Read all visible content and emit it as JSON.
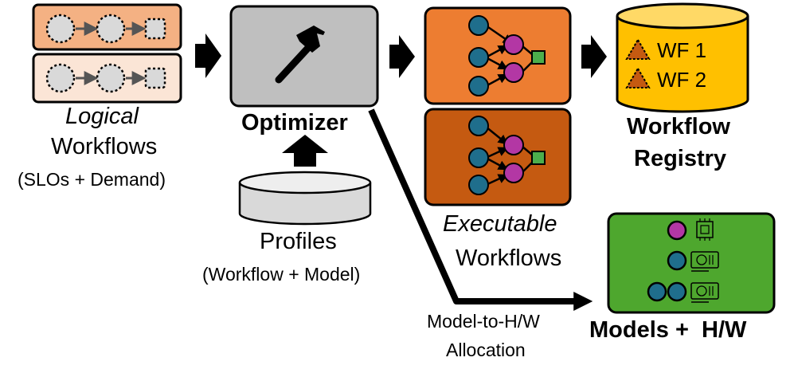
{
  "logical": {
    "title_italic": "Logical",
    "title": "Workflows",
    "subtitle": "(SLOs + Demand)"
  },
  "optimizer": {
    "label": "Optimizer"
  },
  "profiles": {
    "label": "Profiles",
    "subtitle": "(Workflow + Model)"
  },
  "executable": {
    "title_italic": "Executable",
    "title": "Workflows"
  },
  "registry": {
    "line1": "Workflow",
    "line2": "Registry",
    "items": [
      "WF 1",
      "WF 2"
    ]
  },
  "allocation": {
    "line1": "Model-to-H/W",
    "line2": "Allocation"
  },
  "models_hw": {
    "label": "Models +  H/W"
  },
  "colors": {
    "logical_top": "#f4b183",
    "logical_bottom": "#fbe5d6",
    "optimizer": "#bfbfbf",
    "exec_top": "#ed7d31",
    "exec_bottom": "#c55a11",
    "registry": "#ffc000",
    "models_hw": "#4ea72e",
    "node_blue": "#1f6e8c",
    "node_purple": "#b337a4",
    "node_green": "#4cae4c",
    "warn_triangle": "#c55a11"
  }
}
